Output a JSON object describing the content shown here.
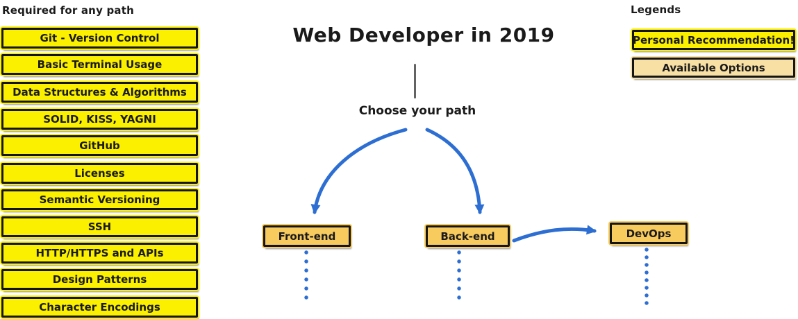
{
  "title": "Web Developer in 2019",
  "subtitle": "Choose your path",
  "required": {
    "heading": "Required for any path",
    "items": [
      "Git - Version Control",
      "Basic Terminal Usage",
      "Data Structures & Algorithms",
      "SOLID, KISS, YAGNI",
      "GitHub",
      "Licenses",
      "Semantic Versioning",
      "SSH",
      "HTTP/HTTPS and APIs",
      "Design Patterns",
      "Character Encodings"
    ]
  },
  "paths": [
    {
      "label": "Front-end"
    },
    {
      "label": "Back-end"
    },
    {
      "label": "DevOps"
    }
  ],
  "edges": [
    {
      "from": "Choose your path",
      "to": "Front-end"
    },
    {
      "from": "Choose your path",
      "to": "Back-end"
    },
    {
      "from": "Back-end",
      "to": "DevOps"
    }
  ],
  "legends": {
    "heading": "Legends",
    "items": [
      {
        "label": "Personal Recommendation!",
        "color": "#FBF000"
      },
      {
        "label": "Available Options",
        "color": "#F8DFA4"
      }
    ]
  },
  "colors": {
    "highlight_yellow": "#FBF000",
    "path_box_gold": "#F8CB5F",
    "available_tan": "#F8DFA4",
    "arrow_blue": "#2D6ED2",
    "divider_gray": "#636363",
    "border_black": "#151515"
  }
}
